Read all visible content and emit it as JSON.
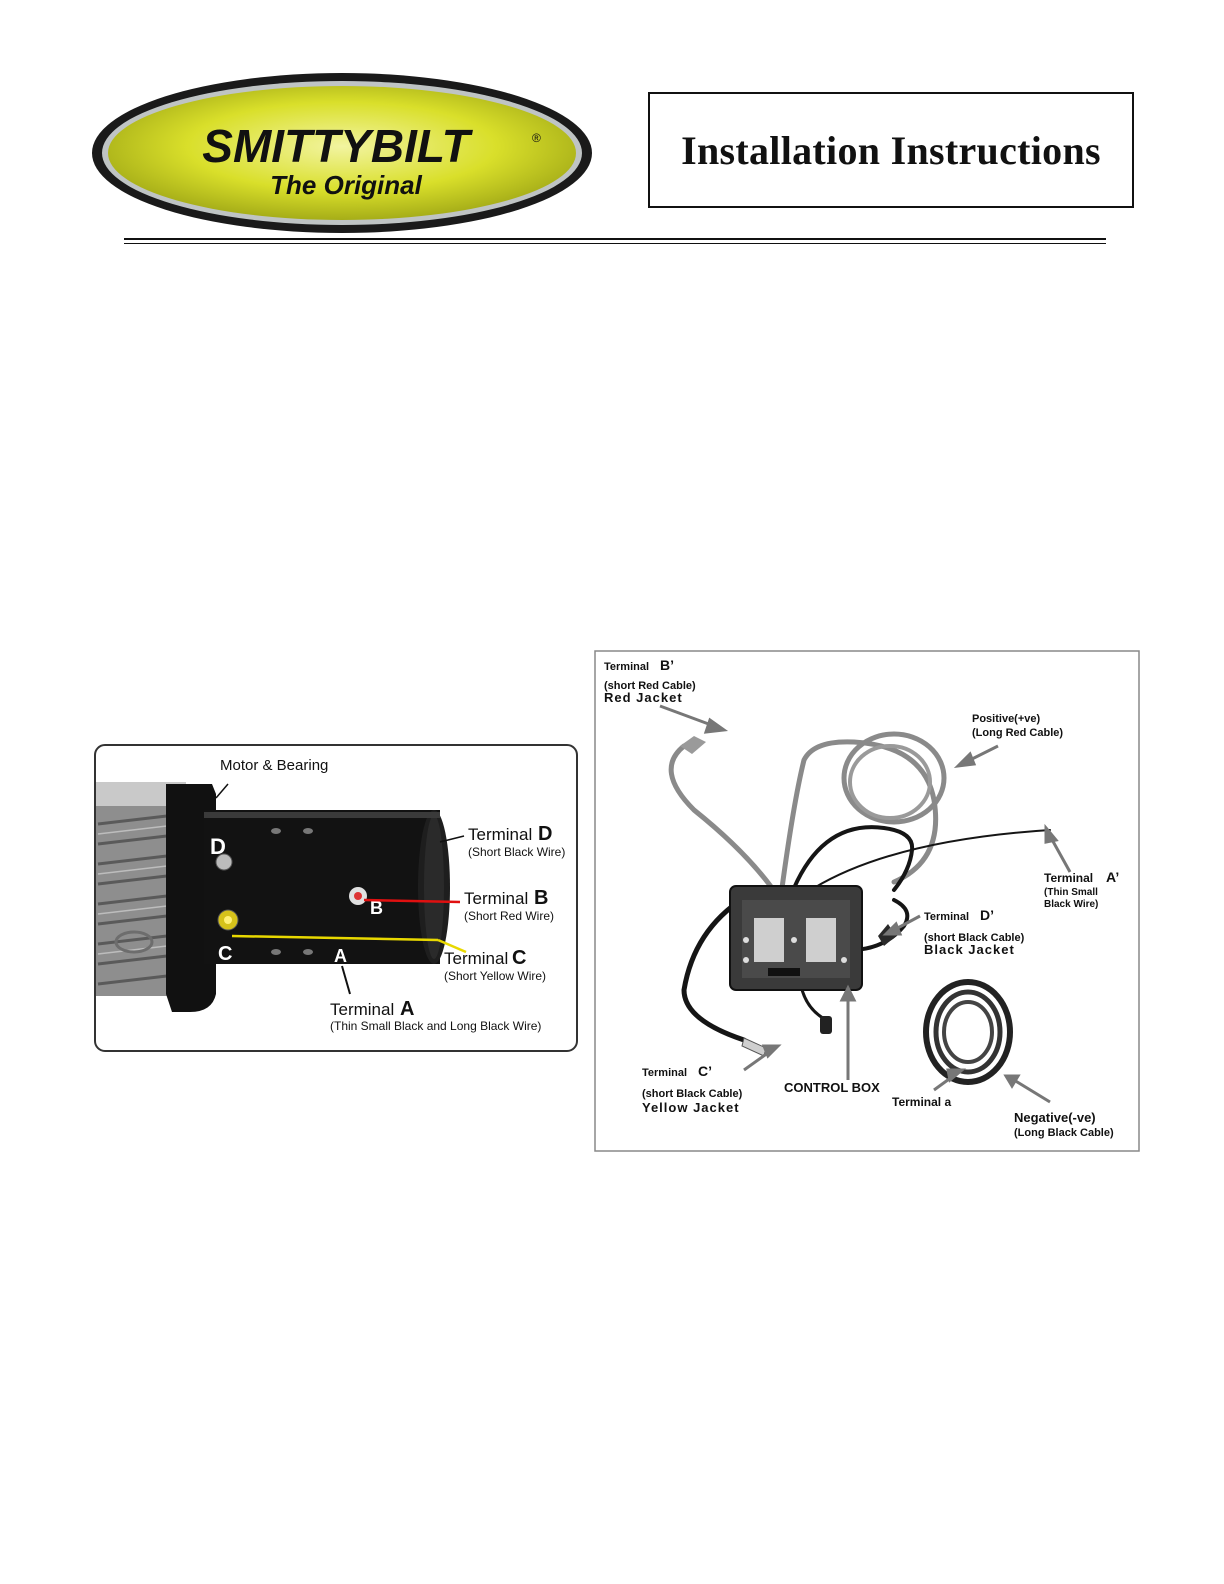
{
  "header": {
    "brand": "SMITTYBILT",
    "brand_mark": "®",
    "brand_tagline": "The Original",
    "title": "Installation Instructions"
  },
  "motor_figure": {
    "motor_bearing": "Motor & Bearing",
    "terminal_word": "Terminal",
    "terminal_d": "D",
    "terminal_d_desc": "(Short Black Wire)",
    "terminal_b": "B",
    "terminal_b_desc": "(Short Red Wire)",
    "terminal_c": "C",
    "terminal_c_desc": "(Short Yellow Wire)",
    "terminal_a": "A",
    "terminal_a_desc": "(Thin Small Black and Long Black Wire)"
  },
  "wiring_figure": {
    "b_prime_label": "Terminal",
    "b_prime_letter": "B’",
    "b_prime_line2": "(short Red Cable)",
    "b_prime_line3": "Red Jacket",
    "positive_line1": "Positive(+ve)",
    "positive_line2": "(Long Red Cable)",
    "a_prime_label": "Terminal",
    "a_prime_letter": "A’",
    "a_prime_line2": "(Thin Small",
    "a_prime_line3": "Black Wire)",
    "d_prime_label": "Terminal",
    "d_prime_letter": "D’",
    "d_prime_line2": "(short Black Cable)",
    "d_prime_line3": "Black Jacket",
    "c_prime_label": "Terminal",
    "c_prime_letter": "C’",
    "c_prime_line2": "(short Black Cable)",
    "c_prime_line3": "Yellow Jacket",
    "control_box": "CONTROL BOX",
    "terminal_a_small": "Terminal a",
    "negative_line1": "Negative(-ve)",
    "negative_line2": "(Long Black Cable)"
  }
}
